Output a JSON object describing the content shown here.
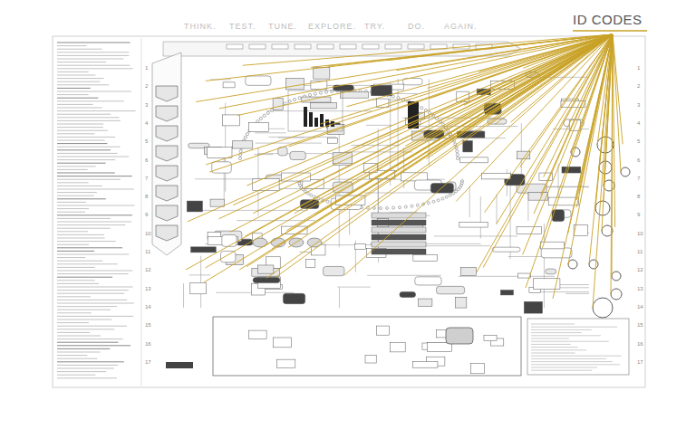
{
  "diagram": {
    "labels": [
      "ID CODES",
      "THINK.",
      "TEST.",
      "TUNE.",
      "EXPLORE.",
      "TRY.",
      "DO.",
      "AGAIN.",
      "1",
      "2",
      "3",
      "4",
      "5",
      "6",
      "7",
      "8",
      "9",
      "10",
      "11",
      "12",
      "13",
      "14",
      "15",
      "16",
      "17",
      "1",
      "2",
      "3",
      "4",
      "5",
      "6",
      "7",
      "8",
      "9",
      "10",
      "11",
      "12",
      "13",
      "14",
      "15",
      "16",
      "17"
    ]
  }
}
